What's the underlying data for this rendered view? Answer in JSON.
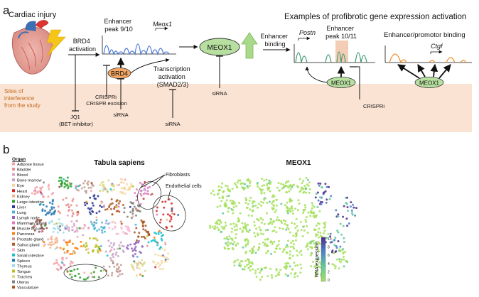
{
  "panel_a": {
    "label": "a",
    "cardiac_injury": "Cardiac injury",
    "brd4_activation": [
      "BRD4",
      "activation"
    ],
    "enhancer_peak_1": [
      "Enhancer",
      "peak 9/10"
    ],
    "gene_meox1_italic": "Meox1",
    "brd4_node": "BRD4",
    "meox1_big": "MEOX1",
    "transcription_activation": [
      "Transcription",
      "activation",
      "(SMAD2/3)"
    ],
    "enhancer_binding": [
      "Enhancer",
      "binding"
    ],
    "examples_title": "Examples of profibrotic gene expression activation",
    "postn": "Postn",
    "enhancer_peak_2": [
      "Enhancer",
      "peak 10/11"
    ],
    "enhancer_promotor": "Enhancer/promotor binding",
    "ctgf": "Ctgf",
    "meox1_small": "MEOX1",
    "sites_text": [
      "Sites of",
      "interference",
      "from the study"
    ],
    "jq1": [
      "JQ1",
      "(BET inhibitor)"
    ],
    "crispri_excision": [
      "CRISPRi",
      "CRISPR excision"
    ],
    "sirna": "siRNA",
    "crispri": "CRISPRi"
  },
  "panel_b": {
    "label": "b",
    "organ_header": "Organ",
    "organs": [
      {
        "name": "Adipose tissue",
        "color": "#f4a3a8"
      },
      {
        "name": "Bladder",
        "color": "#e7908e"
      },
      {
        "name": "Blood",
        "color": "#d9a4c6"
      },
      {
        "name": "Bone marrow",
        "color": "#c8a2c8"
      },
      {
        "name": "Eye",
        "color": "#f6d6a0"
      },
      {
        "name": "Heart",
        "color": "#d62728"
      },
      {
        "name": "Kidney",
        "color": "#f2b48c"
      },
      {
        "name": "Large intestine",
        "color": "#2ca02c"
      },
      {
        "name": "Liver",
        "color": "#283593"
      },
      {
        "name": "Lung",
        "color": "#4fb3d9"
      },
      {
        "name": "Lymph node",
        "color": "#9467bd"
      },
      {
        "name": "Mammary gland",
        "color": "#e377c2"
      },
      {
        "name": "Muscle tissue",
        "color": "#8c564b"
      },
      {
        "name": "Pancreas",
        "color": "#ff7f0e"
      },
      {
        "name": "Prostate gland",
        "color": "#c49c94"
      },
      {
        "name": "Saliva gland",
        "color": "#b15928"
      },
      {
        "name": "Skin",
        "color": "#f7b6d2"
      },
      {
        "name": "Small intestine",
        "color": "#17becf"
      },
      {
        "name": "Spleen",
        "color": "#1f77b4"
      },
      {
        "name": "Thymus",
        "color": "#9edae5"
      },
      {
        "name": "Tongue",
        "color": "#bcbd22"
      },
      {
        "name": "Trachea",
        "color": "#dbdb8d"
      },
      {
        "name": "Uterus",
        "color": "#7f7f7f"
      },
      {
        "name": "Vasculature",
        "color": "#a6551c"
      }
    ],
    "tabula_title": "Tabula sapiens",
    "fibroblasts": "Fibroblasts",
    "endothelial": "Endothelial cells",
    "meox1_title": "MEOX1",
    "colorbar_label": "RNA expression",
    "colorbar_ticks": [
      "10",
      "8",
      "6",
      "4",
      "2",
      "0"
    ]
  },
  "colors": {
    "sites_bg": "#fbe3d3",
    "sites_text": "#c06a1e",
    "meox1_fill": "#b7dfa0",
    "brd4_fill": "#f4a664",
    "green_arrow": "#a9d98a",
    "peak_blue": "#4a78d6",
    "peak_green": "#3d9970",
    "peak_orange": "#f08a24"
  }
}
